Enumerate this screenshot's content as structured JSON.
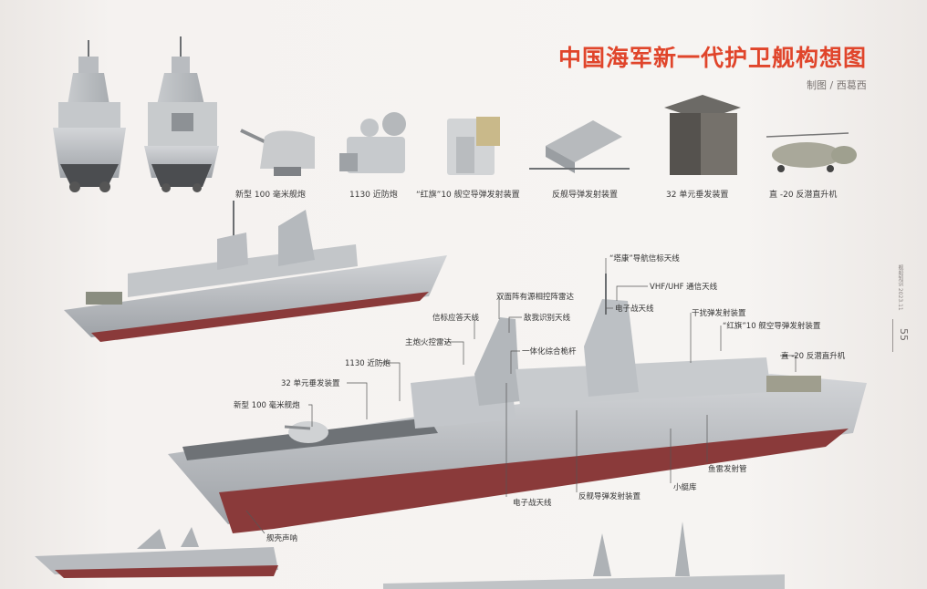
{
  "title": "中国海军新一代护卫舰构想图",
  "credit": "制图 / 西葛西",
  "side_meta": "舰船知识 2023.11",
  "page_number": "55",
  "equipment": [
    {
      "label": "新型 100 毫米舰炮",
      "icon": "naval-gun-icon"
    },
    {
      "label": "1130 近防炮",
      "icon": "ciws-icon"
    },
    {
      "label": "“红旗”10 舰空导弹发射装置",
      "icon": "missile-launcher-icon"
    },
    {
      "label": "反舰导弹发射装置",
      "icon": "anti-ship-launcher-icon"
    },
    {
      "label": "32 单元垂发装置",
      "icon": "vls-icon"
    },
    {
      "label": "直 -20 反潜直升机",
      "icon": "helicopter-icon"
    }
  ],
  "callouts": [
    "“塔康”导航信标天线",
    "VHF/UHF 通信天线",
    "双面阵有源相控阵雷达",
    "信标应答天线",
    "敌我识别天线",
    "电子战天线",
    "干扰弹发射装置",
    "主炮火控雷达",
    "一体化综合桅杆",
    "“红旗”10 舰空导弹发射装置",
    "1130 近防炮",
    "直 -20 反潜直升机",
    "32 单元垂发装置",
    "新型 100 毫米舰炮",
    "鱼雷发射管",
    "小艇库",
    "反舰导弹发射装置",
    "电子战天线",
    "舰壳声呐"
  ],
  "colors": {
    "title": "#e0452b",
    "hull": "#b9bcc0",
    "hull_dark": "#8f9398",
    "antifouling": "#8a3a3a",
    "deck": "#5e6266"
  }
}
